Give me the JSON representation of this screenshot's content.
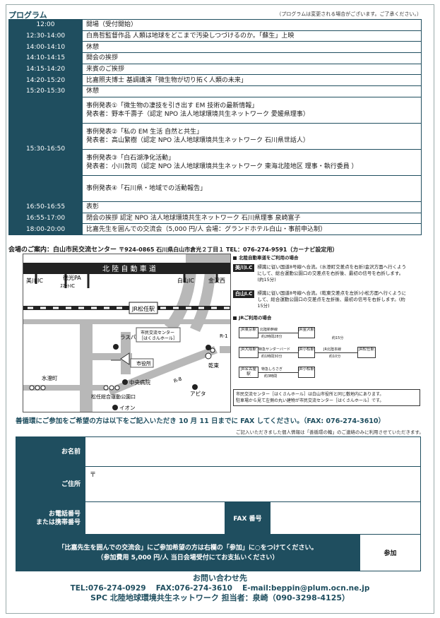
{
  "program": {
    "title": "プログラム",
    "note": "（プログラムは変更される場合がございます。ご了承ください。）",
    "rows": [
      {
        "time": "12:00",
        "text": "開場（受付開始）"
      },
      {
        "time": "12:30-14:00",
        "text": "白鳥哲監督作品 人類は地球をどこまで汚染しつづけるのか。「蘇生」上映"
      },
      {
        "time": "14:00-14:10",
        "text": "休憩"
      },
      {
        "time": "14:10-14:15",
        "text": "開会の挨拶"
      },
      {
        "time": "14:15-14:20",
        "text": "来賓のご挨拶"
      },
      {
        "time": "14:20-15:20",
        "text": "比嘉照夫博士 基調講演「微生物が切り拓く人類の未来」"
      },
      {
        "time": "15:20-15:30",
        "text": "休憩"
      },
      {
        "time": "15:30-16:50",
        "cases": [
          {
            "line1": "事例発表①「微生物の凄技を引き出す EM 技術の最新情報」",
            "line2": "発表者：野本千壽子（認定 NPO 法人地球環境共生ネットワーク 愛媛県理事）"
          },
          {
            "line1": "事例発表②「私の EM 生活 自然と共生」",
            "line2": "発表者：高山繁樹（認定 NPO 法人地球環境共生ネットワーク 石川県世話人）"
          },
          {
            "line1": "事例発表③「白石湖浄化活動」",
            "line2": "発表者：小川敦司（認定 NPO 法人地球環境共生ネットワーク 東海北陸地区 理事・執行委員 ）"
          },
          {
            "line1": "事例発表④「石川県・地域での活動報告」",
            "line2": ""
          }
        ]
      },
      {
        "time": "16:50-16:55",
        "text": "表彰"
      },
      {
        "time": "16:55-17:00",
        "text": "閉会の挨拶 認定 NPO 法人地球環境共生ネットワーク 石川県理事 泉崎富子"
      },
      {
        "time": "18:00-20:00",
        "text": "比嘉先生を囲んでの交流会（5,000 円/人 会場：グランドホテル白山・事前申込制）"
      }
    ]
  },
  "venue": {
    "label": "会場のご案内：白山市民交流センター",
    "address": "〒924-0865 石川県白山市倉光２丁目１ TEL：076-274-9591（カーナビ設定用）"
  },
  "map": {
    "expressway": "北 陸 自 動 車 道",
    "ic_mikawa": "美川IC",
    "ic_tokumitsu": "徳光PA",
    "ic_smart": "ｽﾏｰﾄIC",
    "ic_hakusan": "白山IC",
    "ic_kanazawa": "金沢西",
    "station": "JR松任駅",
    "center_name": "市民交流センター",
    "center_sub": "［はくさんホール］",
    "city_hall": "市役所",
    "rasupa": "ラスパ",
    "hospital": "中央病院",
    "mizuho": "水澄町",
    "park": "松任総合運動公園口",
    "aeon": "イオン",
    "apita": "アピタ",
    "kanto": "乾東",
    "r8": "R-8",
    "r1": "R-1"
  },
  "mapinfo": {
    "exp_head": "北陸自動車道をご利用の場合",
    "mikawa_badge": "美川I.C",
    "mikawa_text": "標識に従い国道8号線へ合流。(水澄町交差点を右折)金沢方面へ行くようにして、総合運動公園口の交差点を右折後、最初の信号を右折します。(約15分)",
    "hakusan_badge": "白山I.C",
    "hakusan_text": "標識に従い国道8号線へ合流。(乾東交差点を左折)小松方面へ行くようにして、総合運動公園口の交差点を左折後、最初の信号を右折します。(約15分)",
    "jr_head": "JRご利用の場合",
    "tokyo": "JR東京駅",
    "osaka": "JR大阪駅",
    "nagoya": "JR名古屋駅",
    "kanazawa": "JR金沢駅",
    "komatsu": "JR小松駅",
    "komatsu2": "JR小松駅",
    "matto": "JR松任駅",
    "shinkansen": "北陸新幹線",
    "shinkansen_t": "約2時間28分",
    "thunderbird": "特急サンダーバード",
    "thunderbird_t": "約1時間30分",
    "shirasagi": "特急しらさぎ",
    "shirasagi_t": "約3時間",
    "hokuriku_line": "JR北陸本線",
    "t10": "約10分",
    "t15": "約15分",
    "note1": "市民交流センター［はくさんホール］は白山市役所と同じ敷地内にあります。",
    "note2": "駐車場から見て左側の丸い建物が市民交流センター［はくさんホール］です。"
  },
  "apply": {
    "heading": "善循環にご参加をご希望の方は以下をご記入いただき 10 月 11 日までに FAX してください。（FAX: 076-274-3610）",
    "privacy": "ご記入いただきました個人情報は「善循環の輪」のご連絡のみに利用させていただきます。",
    "name_label": "お名前",
    "address_label": "ご住所",
    "address_prefix": "〒",
    "phone_label_1": "お電話番号",
    "phone_label_2": "または携帯番号",
    "fax_label": "FAX 番号",
    "party_line1": "「比嘉先生を囲んでの交流会」にご参加希望の方は右欄の「参加」に○をつけてください。",
    "party_line2": "（参加費用 5,000 円/人 当日会場受付にてお支払いください）",
    "party_value": "参加"
  },
  "contact": {
    "title": "お問い合わせ先",
    "line1": "TEL:076-274-0929　 FAX:076-274-3610　 E-mail:beppin@plum.ocn.ne.jp",
    "line2": "SPC 北陸地球環境共生ネットワーク 担当者：泉崎（090-3298-4125）"
  }
}
